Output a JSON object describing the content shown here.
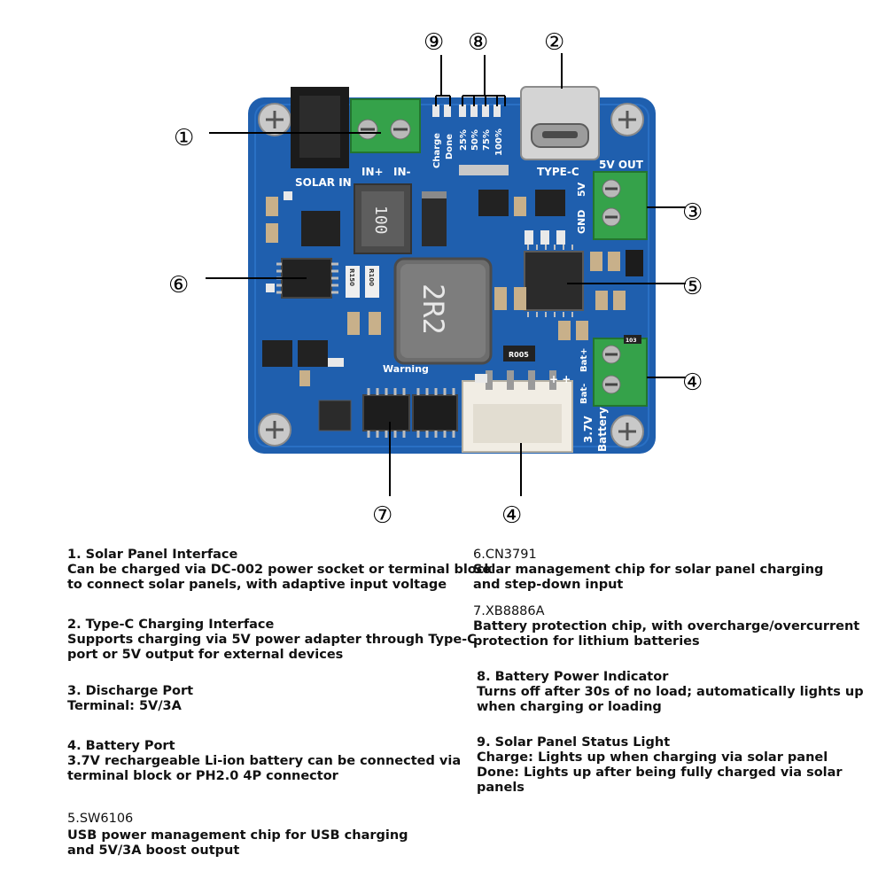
{
  "board": {
    "silk_solar_in": "SOLAR IN",
    "silk_in_plus": "IN+",
    "silk_in_minus": "IN-",
    "silk_type_c": "TYPE-C",
    "silk_5v_out": "5V OUT",
    "silk_5v": "5V",
    "silk_gnd": "GND",
    "silk_charge": "Charge",
    "silk_done": "Done",
    "silk_25": "25%",
    "silk_50": "50%",
    "silk_75": "75%",
    "silk_100": "100%",
    "silk_warning": "Warning",
    "silk_bat_minus": "Bat-",
    "silk_bat_plus": "Bat+",
    "silk_37v": "3.7V",
    "silk_battery": "Battery",
    "silk_plus_plus": "+ +",
    "inductor_small": "100",
    "inductor_big": "2R2",
    "res_r150": "R150",
    "res_r100": "R100",
    "res_r005": "R005",
    "res_103": "103"
  },
  "callouts": {
    "c1": "①",
    "c2": "②",
    "c3": "③",
    "c4a": "④",
    "c4b": "④",
    "c5": "⑤",
    "c6": "⑥",
    "c7": "⑦",
    "c8": "⑧",
    "c9": "⑨"
  },
  "descriptions": [
    {
      "title": "1. Solar Panel Interface",
      "body": [
        "Can be charged via DC-002 power socket or terminal block",
        "to connect solar panels, with adaptive input voltage"
      ]
    },
    {
      "title": "2. Type-C Charging Interface",
      "body": [
        "Supports charging via 5V power adapter through Type-C",
        "port or 5V output for external devices"
      ]
    },
    {
      "title": "3. Discharge Port",
      "body": [
        "Terminal: 5V/3A"
      ]
    },
    {
      "title": "4. Battery Port",
      "body": [
        "3.7V rechargeable Li-ion battery can be connected via",
        "terminal block or PH2.0 4P connector"
      ]
    },
    {
      "title": "5.SW6106",
      "body": [
        "USB power management chip for USB charging",
        "and 5V/3A boost output"
      ]
    },
    {
      "title": "6.CN3791",
      "body": [
        "Solar management chip for solar panel charging",
        "and step-down input"
      ]
    },
    {
      "title": "7.XB8886A",
      "body": [
        "Battery protection chip, with overcharge/overcurrent",
        "protection for lithium batteries"
      ]
    },
    {
      "title": "8. Battery Power Indicator",
      "body": [
        "Turns off after 30s of no load; automatically lights up",
        "when charging or loading"
      ]
    },
    {
      "title": "9. Solar Panel Status Light",
      "body": [
        "Charge: Lights up when charging via solar panel",
        "Done: Lights up after being fully charged via solar panels"
      ]
    }
  ],
  "colors": {
    "pcb": "#1f5fae",
    "terminal": "#35a24a",
    "silk": "#ffffff"
  }
}
